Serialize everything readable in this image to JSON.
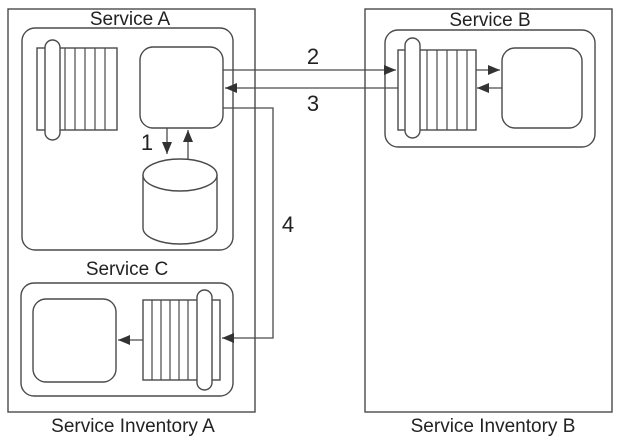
{
  "colors": {
    "background": "#ffffff",
    "line": "#4a4a4a",
    "arrowhead": "#333333",
    "text": "#222222"
  },
  "inventories": {
    "a": {
      "label": "Service Inventory A"
    },
    "b": {
      "label": "Service Inventory B"
    }
  },
  "services": {
    "a": {
      "label": "Service A"
    },
    "b": {
      "label": "Service B"
    },
    "c": {
      "label": "Service C"
    }
  },
  "steps": {
    "s1": "1",
    "s2": "2",
    "s3": "3",
    "s4": "4"
  }
}
